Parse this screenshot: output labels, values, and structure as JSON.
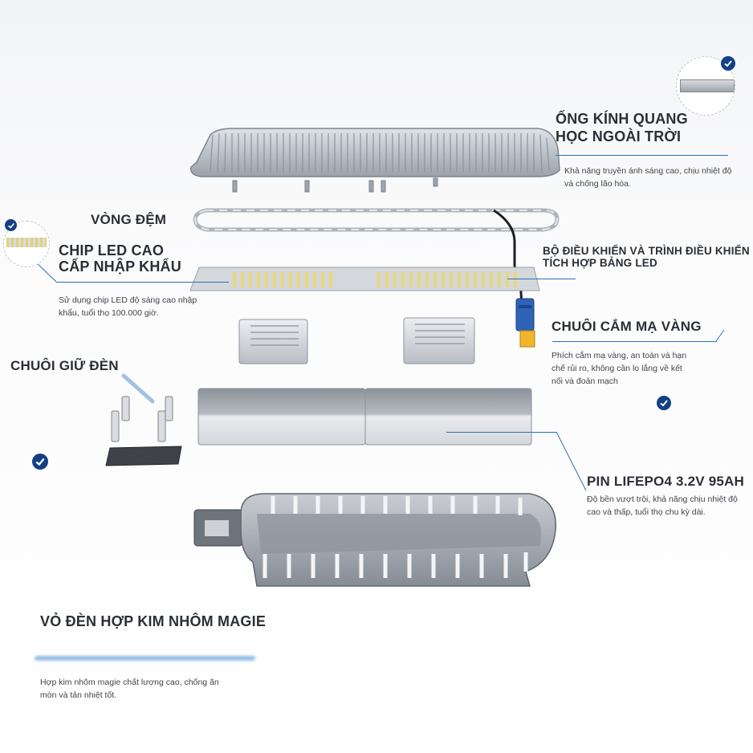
{
  "colors": {
    "title": "#2b2f36",
    "text": "#40444b",
    "accent": "#2a72b8",
    "check": "#143f86",
    "metal": "#a8adb5",
    "battery": "#d6d9de"
  },
  "labels": {
    "lens": {
      "title_line1": "ỐNG KÍNH QUANG",
      "title_line2": "HỌC NGOÀI TRỜI",
      "desc_line1": "Khả năng truyền ánh sáng cao, chịu nhiệt độ",
      "desc_line2": "và chống lão hóa."
    },
    "gasket": {
      "title": "VÒNG ĐỆM"
    },
    "chip": {
      "title_line1": "CHIP LED CAO",
      "title_line2": "CẤP NHẬP KHẨU",
      "desc_line1": "Sử dụng chip LED độ sáng cao nhập",
      "desc_line2": "khẩu, tuổi thọ 100.000 giờ."
    },
    "controller": {
      "title_line1": "BỘ ĐIỀU KHIỂN VÀ TRÌNH ĐIỀU KHIỂN",
      "title_line2": "TÍCH HỢP BẢNG LED"
    },
    "plug": {
      "title": "CHUÔI CẮM MẠ VÀNG",
      "desc_line1": "Phích cắm mạ vàng, an toàn và hạn",
      "desc_line2": "chế rủi ro, không cần lo lắng về kết",
      "desc_line3": "nối và đoản mạch"
    },
    "holder": {
      "title": "CHUÔI GIỮ ĐÈN"
    },
    "battery": {
      "title": "PIN LIFEPO4 3.2V 95AH",
      "desc_line1": "Độ bền vượt trội, khả năng chịu nhiệt độ",
      "desc_line2": "cao và thấp, tuổi thọ chu kỳ dài."
    },
    "housing": {
      "title": "VỎ ĐÈN HỢP KIM NHÔM MAGIE",
      "desc_line1": "Hợp kim nhôm magie chất lượng cao, chống ăn",
      "desc_line2": "mòn và tản nhiệt tốt."
    }
  },
  "icons": [
    "check-circle-icon",
    "lens-thumbnail",
    "chip-thumbnail"
  ]
}
